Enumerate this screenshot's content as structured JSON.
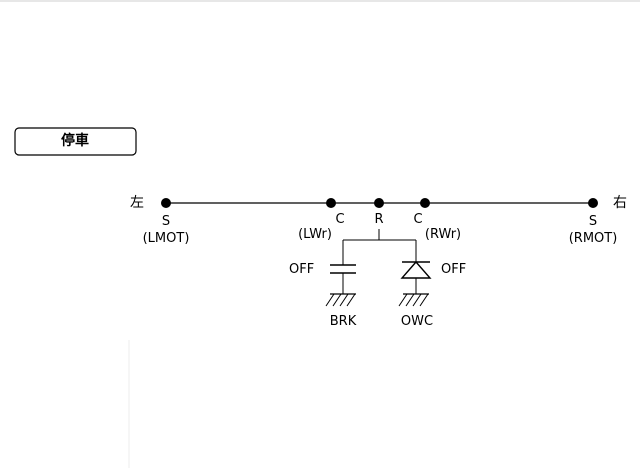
{
  "mode_box": {
    "label": "停車"
  },
  "left_end": {
    "side": "左",
    "type": "S",
    "name": "(LMOT)"
  },
  "right_end": {
    "side": "右",
    "type": "S",
    "name": "(RMOT)"
  },
  "nodes": {
    "left_carrier": {
      "type": "C",
      "name": "(LWr)"
    },
    "ring": {
      "type": "R"
    },
    "right_carrier": {
      "type": "C",
      "name": "(RWr)"
    }
  },
  "brake": {
    "state": "OFF",
    "name": "BRK"
  },
  "one_way_clutch": {
    "state": "OFF",
    "name": "OWC"
  }
}
